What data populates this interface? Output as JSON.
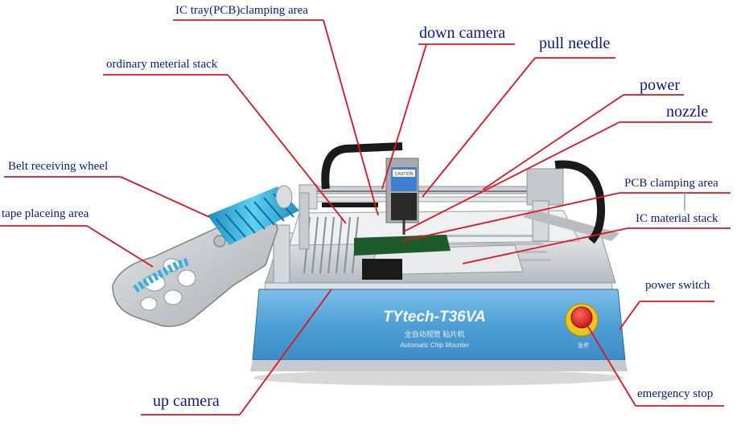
{
  "colors": {
    "label_text": "#0a1a8a",
    "leader_line": "#e0141e",
    "panel_blue": "#5aa9dd",
    "panel_dark": "#1e6fb0",
    "metal": "#c9ccd0",
    "reel_cyan": "#2aa7d6"
  },
  "labels": {
    "ic_tray": "IC tray(PCB)clamping area",
    "down_camera": "down camera",
    "ordinary_stack": "ordinary meterial stack",
    "pull_needle": "pull needle",
    "power": "power",
    "nozzle": "nozzle",
    "belt_wheel": "Belt receiving wheel",
    "pcb_clamping": "PCB clamping area",
    "tape_area": "tape placeing area",
    "ic_material": "IC material stack",
    "power_switch": "power switch",
    "emergency_stop": "emergency stop",
    "up_camera": "up camera"
  },
  "machine": {
    "model": "TYtech-T36VA",
    "chinese_name": "全自动视觉 贴片机",
    "subtitle": "Automatic Chip Mounter",
    "caution": "CAUTION",
    "button_caption": "急停"
  }
}
